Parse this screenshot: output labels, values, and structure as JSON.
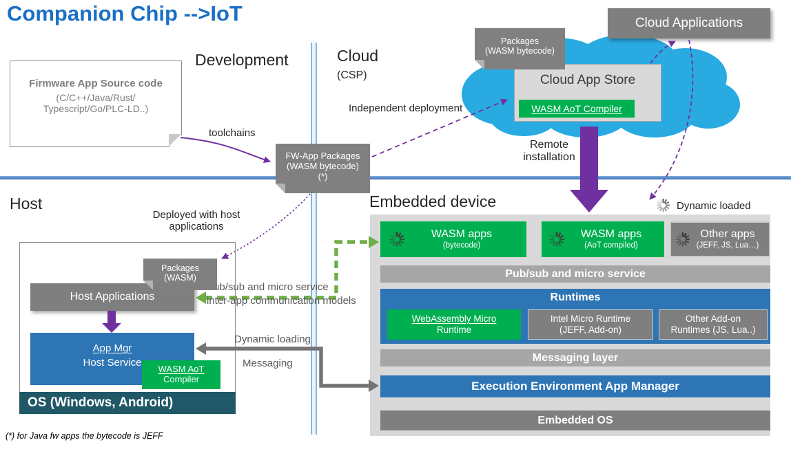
{
  "title": "Companion Chip -->IoT",
  "footnote": "(*) for Java fw apps the bytecode is JEFF",
  "sections": {
    "development": "Development",
    "cloud": "Cloud",
    "cloud_sub": "(CSP)",
    "host": "Host",
    "embedded": "Embedded device"
  },
  "labels": {
    "toolchains": "toolchains",
    "independent_deployment": "Independent deployment",
    "remote_line1": "Remote",
    "remote_line2": "installation",
    "dynamic_loaded": "Dynamic loaded",
    "deployed_line1": "Deployed with host",
    "deployed_line2": "applications",
    "pubsub_line1": "Pub/sub and micro service",
    "pubsub_line2": "inter-app communication models",
    "dynamic_loading": "Dynamic loading",
    "messaging": "Messaging"
  },
  "firmware_box": {
    "title": "Firmware App Source code",
    "line2": "(C/C++/Java/Rust/",
    "line3": "Typescript/Go/PLC-LD..)"
  },
  "fw_packages_note": {
    "line1": "FW-App Packages",
    "line2": "(WASM bytecode)",
    "line3": "(*)"
  },
  "cloud_packages_note": {
    "line1": "Packages",
    "line2": "(WASM bytecode)"
  },
  "host_packages_note": {
    "line1": "Packages",
    "line2": "(WASM)"
  },
  "cloud_area": {
    "app_store_title": "Cloud App Store",
    "compiler": "WASM AoT Compiler",
    "applications": "Cloud Applications"
  },
  "host_area": {
    "applications": "Host Applications",
    "app_mgr_line1": "App Mgr",
    "app_mgr_line2": "Host Service",
    "compiler_line1": "WASM AoT",
    "compiler_line2": "Compiler",
    "os": "OS (Windows, Android)"
  },
  "embedded": {
    "apps": [
      {
        "title": "WASM apps",
        "sub": "(bytecode)"
      },
      {
        "title": "WASM apps",
        "sub": "(AoT compiled)"
      },
      {
        "title": "Other apps",
        "sub": "(JEFF, JS, Lua…)"
      }
    ],
    "pubsub_bar": "Pub/sub and micro service",
    "runtimes_title": "Runtimes",
    "runtime1_line1": "WebAssembly Micro",
    "runtime1_line2": "Runtime",
    "runtime2_line1": "Intel Micro Runtime",
    "runtime2_line2": "(JEFF, Add-on)",
    "runtime3_line1": "Other Add-on",
    "runtime3_line2": "Runtimes (JS, Lua..)",
    "messaging_bar": "Messaging layer",
    "exec_bar": "Execution Environment App Manager",
    "os_bar": "Embedded OS"
  },
  "colors": {
    "title_blue": "#1B6FC4",
    "green": "#00B050",
    "blue": "#2E75B6",
    "gray": "#7F7F7F",
    "light_gray_bar": "#A6A6A6",
    "panel_gray": "#D9D9D9",
    "dark_teal": "#205867",
    "cloud_blue": "#29ABE2",
    "purple": "#7030A0",
    "green_arrow": "#70AD47"
  }
}
